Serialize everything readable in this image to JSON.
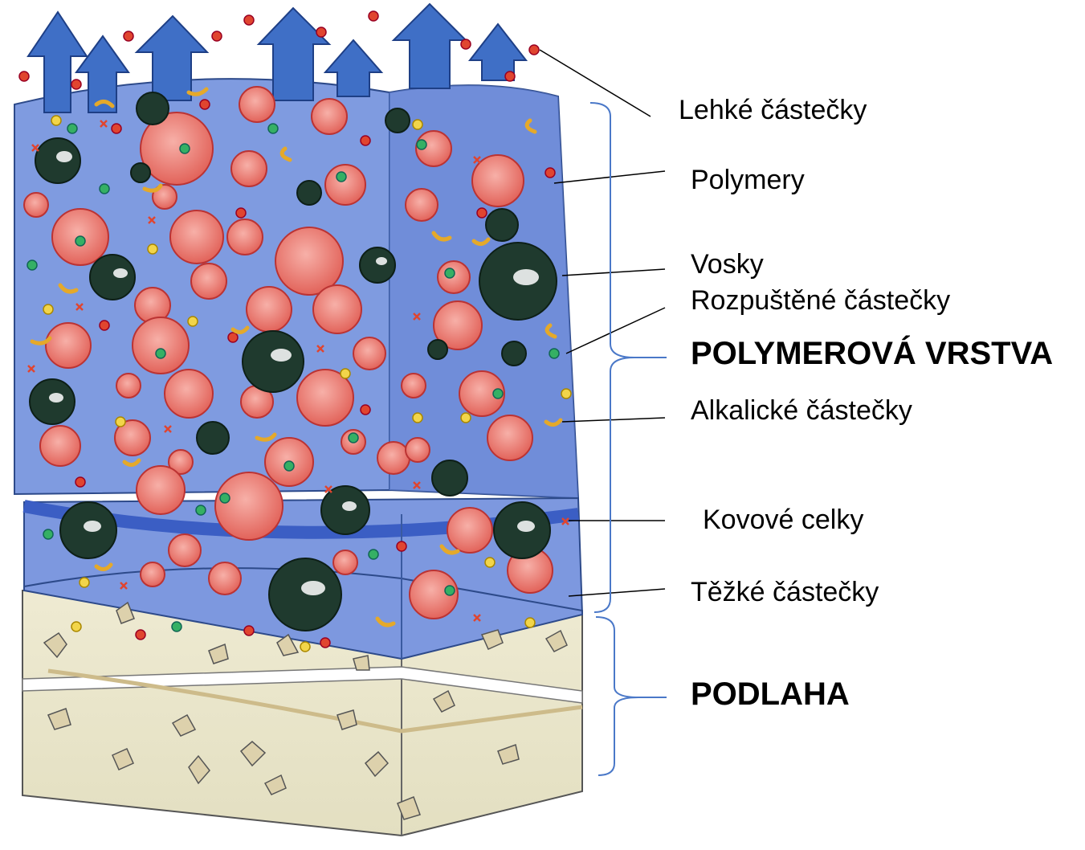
{
  "labels": {
    "light_particles": "Lehké částečky",
    "polymers": "Polymery",
    "waxes": "Vosky",
    "dissolved_particles": "Rozpuštěné částečky",
    "polymer_layer": "POLYMEROVÁ VRSTVA",
    "alkaline_particles": "Alkalické částečky",
    "metal_units": "Kovové celky",
    "heavy_particles": "Těžké částečky",
    "floor": "PODLAHA"
  },
  "colors": {
    "layer_blue": "#7f9be0",
    "layer_blue_side": "#6684d3",
    "arrow_blue": "#3f6fc6",
    "polymer_pink": "#f07a7a",
    "wax_dark": "#1f3a2e",
    "floor_beige": "#ece8cf",
    "particle_red": "#e0452f",
    "particle_green": "#35b064",
    "particle_yellow": "#f2d54a",
    "bracket_blue": "#4a78c8"
  }
}
